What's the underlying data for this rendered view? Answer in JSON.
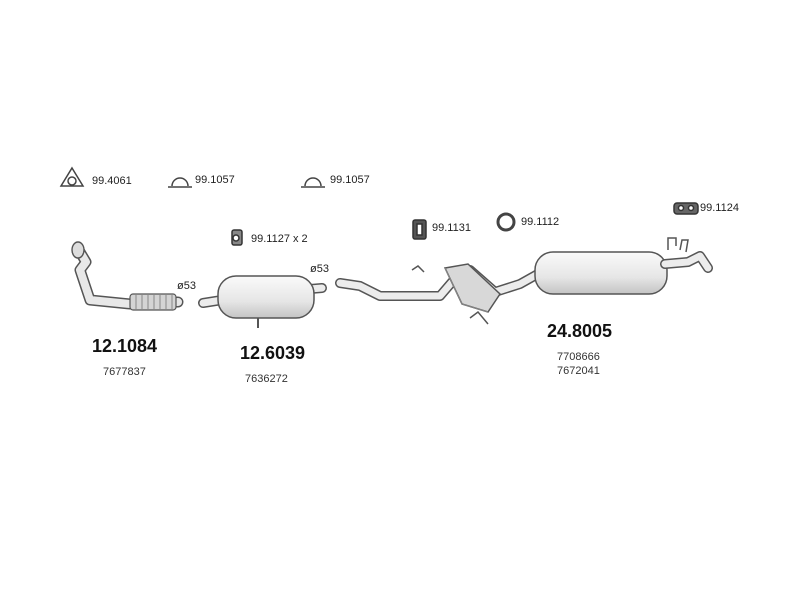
{
  "hardware": [
    {
      "code": "99.4061",
      "icon": "triangle-gasket-icon"
    },
    {
      "code": "99.1057",
      "icon": "clamp-icon"
    },
    {
      "code": "99.1057",
      "icon": "clamp-icon"
    },
    {
      "code": "99.1127 x 2",
      "icon": "rubber-hanger-icon"
    },
    {
      "code": "99.1131",
      "icon": "rubber-hanger-icon"
    },
    {
      "code": "99.1112",
      "icon": "ring-gasket-icon"
    },
    {
      "code": "99.1124",
      "icon": "rubber-mount-icon"
    }
  ],
  "diameters": [
    "ø53",
    "ø53"
  ],
  "parts": [
    {
      "number": "12.1084",
      "oem": [
        "7677837"
      ]
    },
    {
      "number": "12.6039",
      "oem": [
        "7636272"
      ]
    },
    {
      "number": "24.8005",
      "oem": [
        "7708666",
        "7672041"
      ]
    }
  ],
  "colors": {
    "line": "#555555",
    "fill": "#eeeeee",
    "shade": "#cfcfcf"
  }
}
